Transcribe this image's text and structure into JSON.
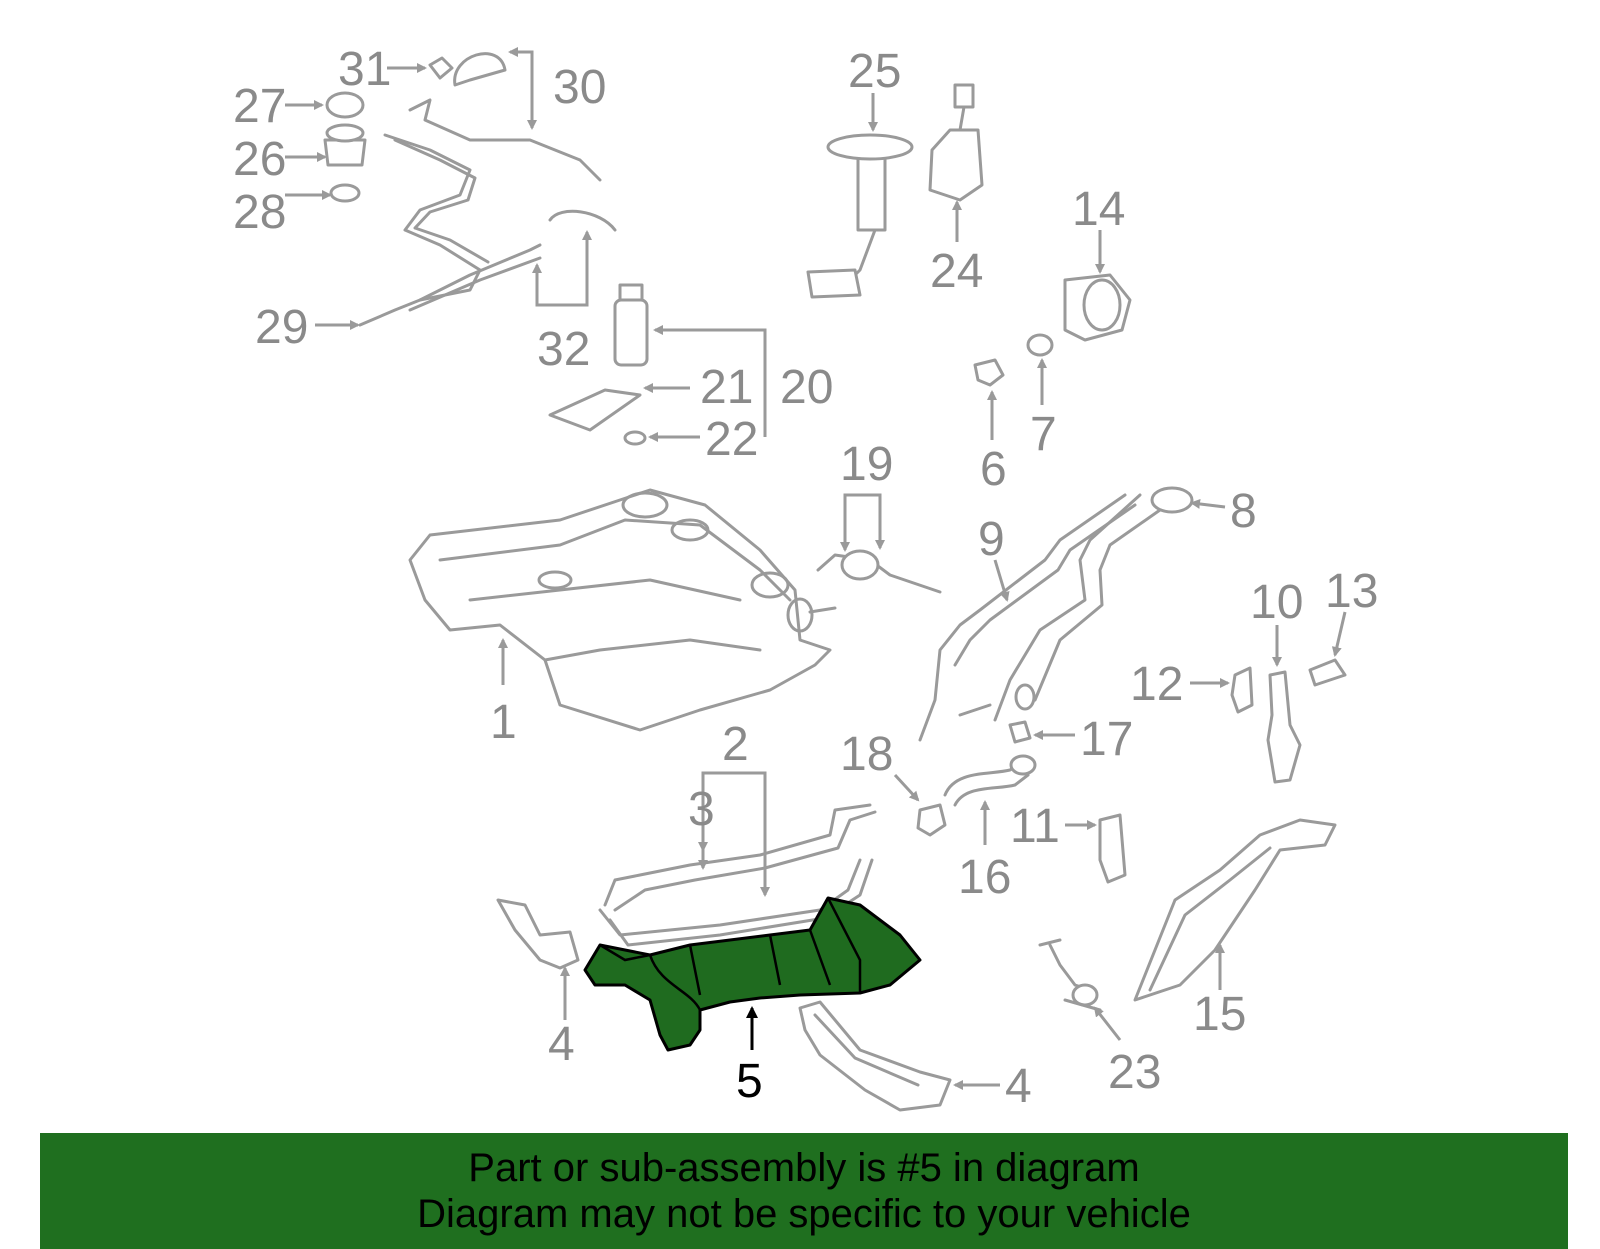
{
  "diagram": {
    "selected_part": "5",
    "highlight_color": "#1f6b1f",
    "line_color": "#9a9a9a",
    "callouts": {
      "c1": "1",
      "c2": "2",
      "c3": "3",
      "c4a": "4",
      "c4b": "4",
      "c5": "5",
      "c6": "6",
      "c7": "7",
      "c8": "8",
      "c9": "9",
      "c10": "10",
      "c11": "11",
      "c12": "12",
      "c13": "13",
      "c14": "14",
      "c15": "15",
      "c16": "16",
      "c17": "17",
      "c18": "18",
      "c19": "19",
      "c20": "20",
      "c21": "21",
      "c22": "22",
      "c23": "23",
      "c24": "24",
      "c25": "25",
      "c26": "26",
      "c27": "27",
      "c28": "28",
      "c29": "29",
      "c30": "30",
      "c31": "31",
      "c32": "32"
    }
  },
  "banner": {
    "line1": "Part or sub-assembly is #5 in diagram",
    "line2": "Diagram may not be specific to your vehicle",
    "background": "#1f6f1f"
  }
}
